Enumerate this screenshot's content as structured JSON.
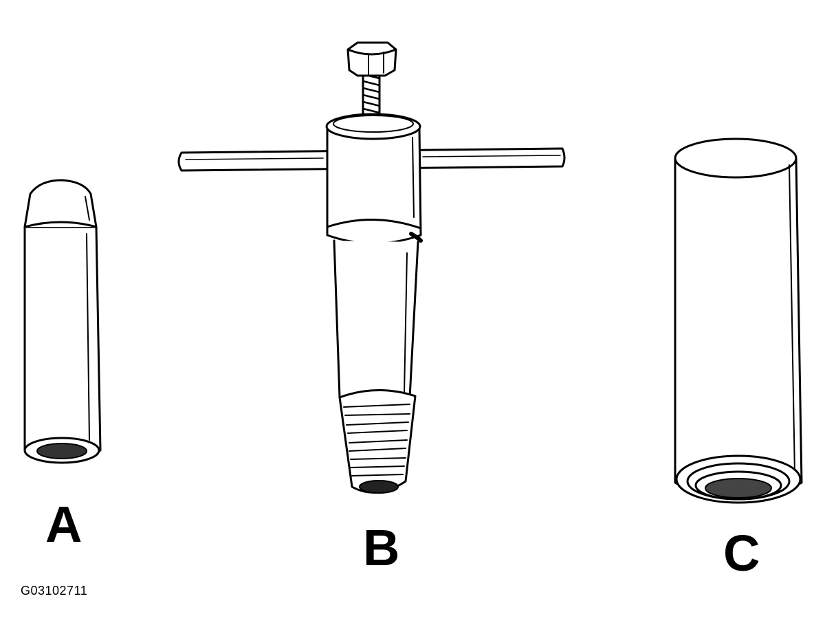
{
  "figure": {
    "id_code": "G03102711",
    "line_color": "#000000",
    "fill_color": "#ffffff",
    "parts": [
      {
        "key": "a",
        "label": "A"
      },
      {
        "key": "b",
        "label": "B"
      },
      {
        "key": "c",
        "label": "C"
      }
    ]
  }
}
